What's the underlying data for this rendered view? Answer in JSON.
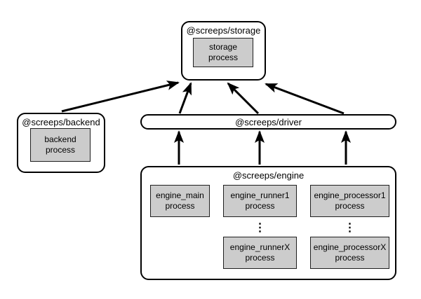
{
  "colors": {
    "background": "#ffffff",
    "node_border": "#000000",
    "process_fill": "#cccccc",
    "process_border": "#1f1f1f",
    "arrow": "#000000",
    "text": "#000000"
  },
  "nodes": {
    "storage": {
      "label": "@screeps/storage",
      "process": "storage\nprocess"
    },
    "backend": {
      "label": "@screeps/backend",
      "process": "backend\nprocess"
    },
    "driver": {
      "label": "@screeps/driver"
    },
    "engine": {
      "label": "@screeps/engine",
      "main_process": "engine_main\nprocess",
      "runner1_process": "engine_runner1\nprocess",
      "runnerX_process": "engine_runnerX\nprocess",
      "processor1_process": "engine_processor1\nprocess",
      "processorX_process": "engine_processorX\nprocess",
      "runner_ellipsis": "⋮",
      "processor_ellipsis": "⋮"
    }
  },
  "edges": [
    {
      "from": "@screeps/backend",
      "to": "@screeps/storage"
    },
    {
      "from": "@screeps/driver",
      "to": "@screeps/storage"
    },
    {
      "from": "@screeps/driver",
      "to": "@screeps/storage"
    },
    {
      "from": "@screeps/driver",
      "to": "@screeps/storage"
    },
    {
      "from": "@screeps/engine",
      "to": "@screeps/driver"
    },
    {
      "from": "@screeps/engine",
      "to": "@screeps/driver"
    },
    {
      "from": "@screeps/engine",
      "to": "@screeps/driver"
    }
  ]
}
